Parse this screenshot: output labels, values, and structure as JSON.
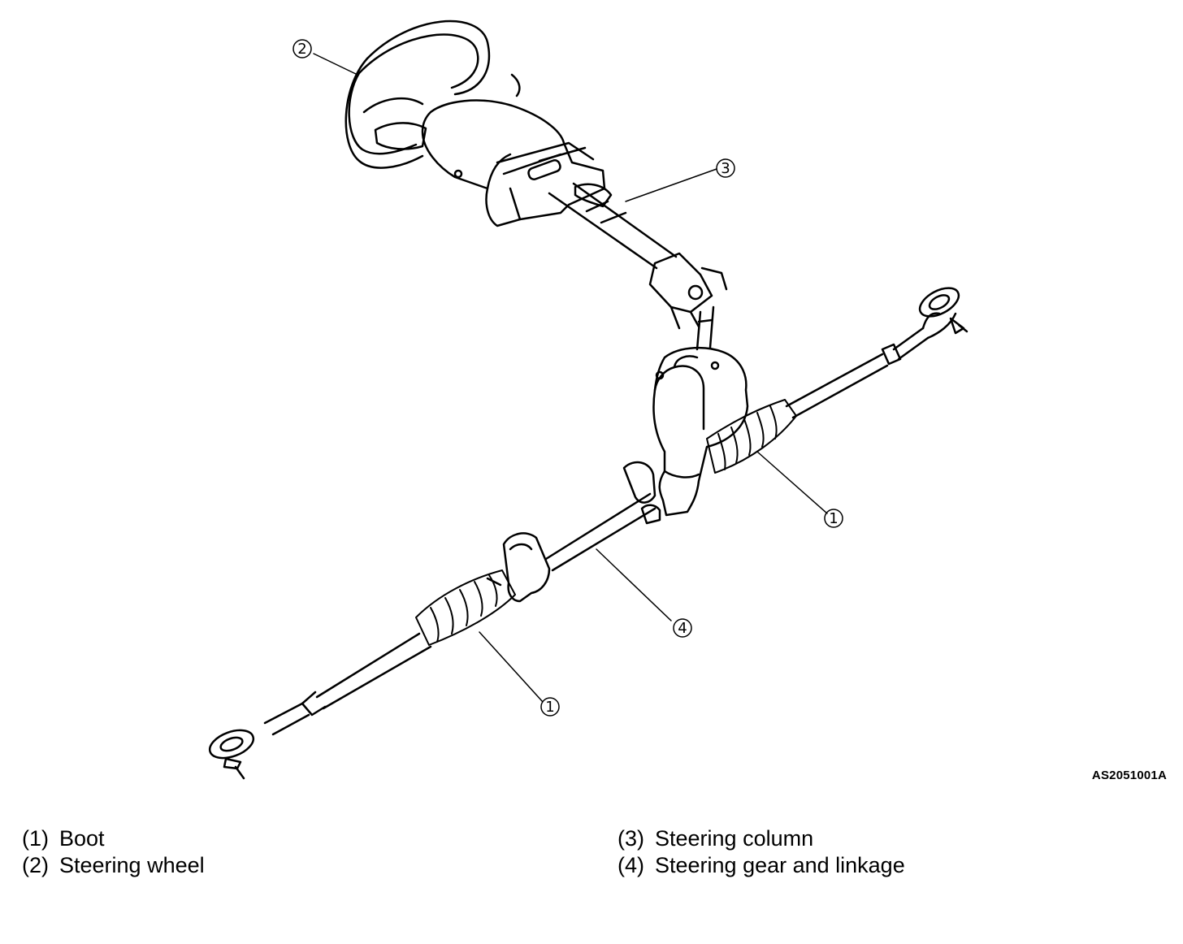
{
  "figure_code": "AS2051001A",
  "callouts": [
    {
      "id": "1a",
      "number": "1",
      "glyph": "①",
      "target": "boot-right"
    },
    {
      "id": "2",
      "number": "2",
      "glyph": "②",
      "target": "steering-wheel"
    },
    {
      "id": "3",
      "number": "3",
      "glyph": "③",
      "target": "steering-column"
    },
    {
      "id": "4",
      "number": "4",
      "glyph": "④",
      "target": "steering-gear"
    },
    {
      "id": "1b",
      "number": "1",
      "glyph": "①",
      "target": "boot-left"
    }
  ],
  "legend": {
    "left": [
      {
        "num": "(1)",
        "label": "Boot"
      },
      {
        "num": "(2)",
        "label": "Steering wheel"
      }
    ],
    "right": [
      {
        "num": "(3)",
        "label": "Steering column"
      },
      {
        "num": "(4)",
        "label": "Steering gear and linkage"
      }
    ]
  }
}
